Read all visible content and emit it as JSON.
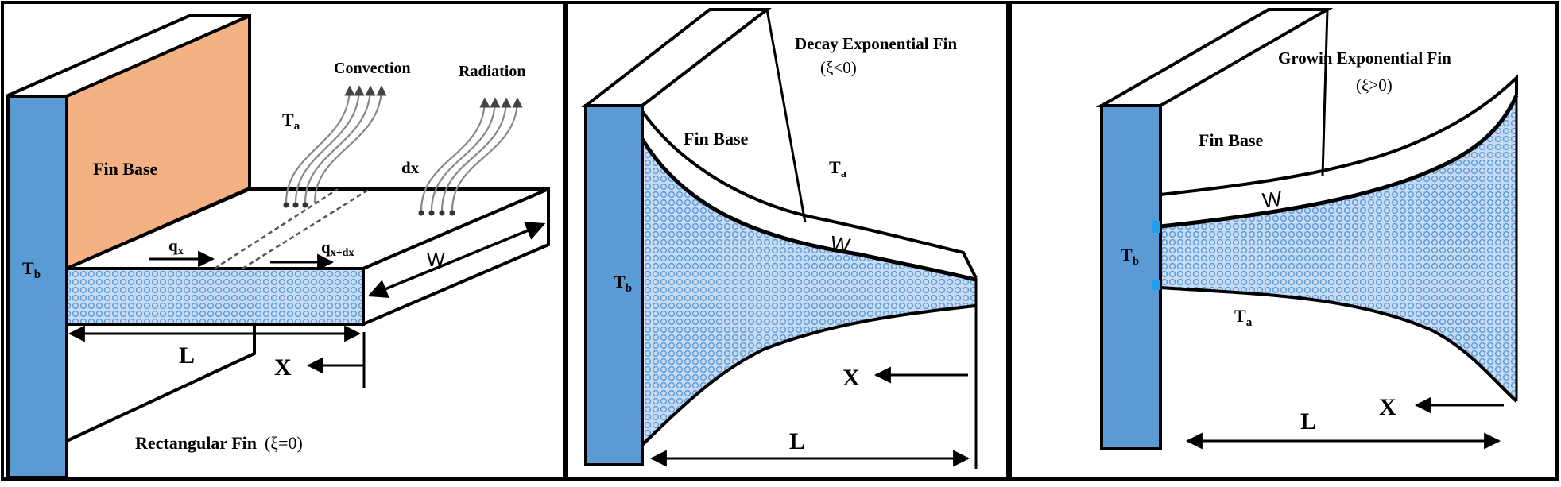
{
  "colors": {
    "wall": "#5b9bd5",
    "base_face": "#f4b183",
    "fin_fill": "#c7dbf5",
    "fin_dot": "#5b9bd5",
    "line": "#000000",
    "flow": "#888888"
  },
  "panel1": {
    "wall_label": "T",
    "wall_label_sub": "b",
    "base_label": "Fin Base",
    "convection_label": "Convection",
    "radiation_label": "Radiation",
    "ambient_label": "T",
    "ambient_label_sub": "a",
    "dx_label": "dx",
    "qx_label": "q",
    "qx_label_sub": "x",
    "qxdx_label": "q",
    "qxdx_label_sub": "x+dx",
    "width_label": "W",
    "length_label": "L",
    "x_label": "X",
    "caption": "Rectangular Fin",
    "caption_param": "(ξ=0)"
  },
  "panel2": {
    "title": "Decay Exponential Fin",
    "title_param": "(ξ<0)",
    "base_label": "Fin Base",
    "ambient_label": "T",
    "ambient_label_sub": "a",
    "width_label": "W",
    "wall_label": "T",
    "wall_label_sub": "b",
    "x_label": "X",
    "length_label": "L"
  },
  "panel3": {
    "title": "Growin Exponential Fin",
    "title_param": "(ξ>0)",
    "base_label": "Fin Base",
    "width_label": "W",
    "wall_label": "T",
    "wall_label_sub": "b",
    "ambient_label": "T",
    "ambient_label_sub": "a",
    "x_label": "X",
    "length_label": "L"
  }
}
